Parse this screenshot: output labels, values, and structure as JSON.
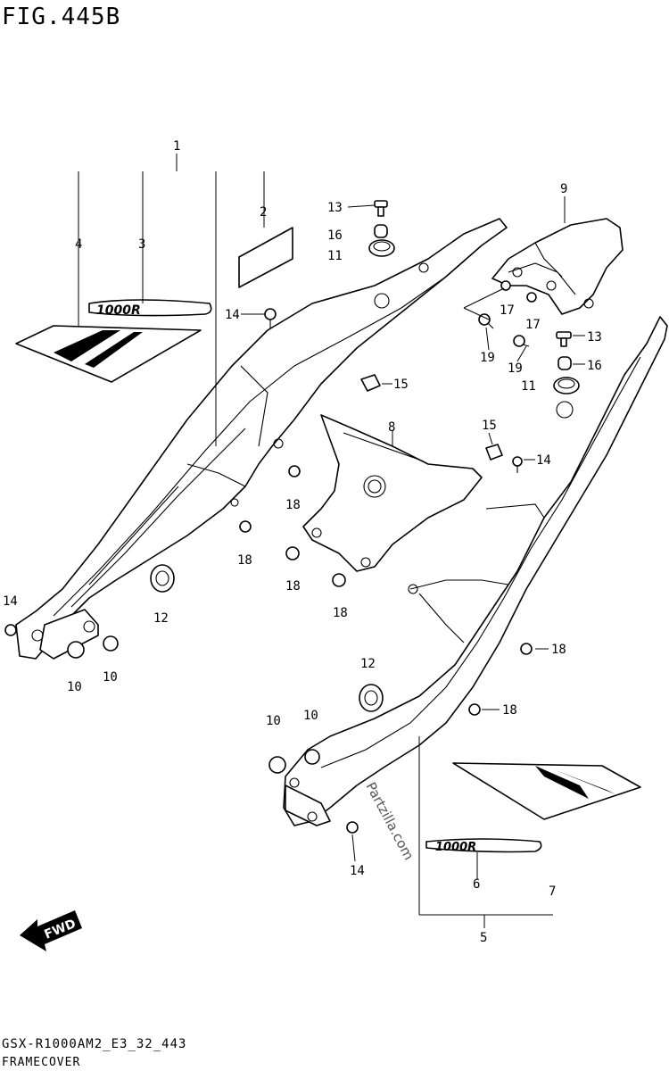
{
  "header": {
    "title": "FIG.445B"
  },
  "footer": {
    "code": "GSX-R1000AM2_E3_32_443",
    "name": "FRAMECOVER"
  },
  "watermark": "Partzilla.com",
  "fwd_label": "FWD",
  "decal_text": "1000R",
  "callouts": {
    "c1": "1",
    "c2": "2",
    "c3": "3",
    "c4": "4",
    "c5": "5",
    "c6": "6",
    "c7": "7",
    "c8": "8",
    "c9": "9",
    "c10a": "10",
    "c10b": "10",
    "c10c": "10",
    "c10d": "10",
    "c11a": "11",
    "c11b": "11",
    "c12a": "12",
    "c12b": "12",
    "c13a": "13",
    "c13b": "13",
    "c14a": "14",
    "c14b": "14",
    "c14c": "14",
    "c14d": "14",
    "c15a": "15",
    "c15b": "15",
    "c16a": "16",
    "c16b": "16",
    "c17a": "17",
    "c17b": "17",
    "c18a": "18",
    "c18b": "18",
    "c18c": "18",
    "c18d": "18",
    "c18e": "18",
    "c18f": "18",
    "c19a": "19",
    "c19b": "19"
  }
}
